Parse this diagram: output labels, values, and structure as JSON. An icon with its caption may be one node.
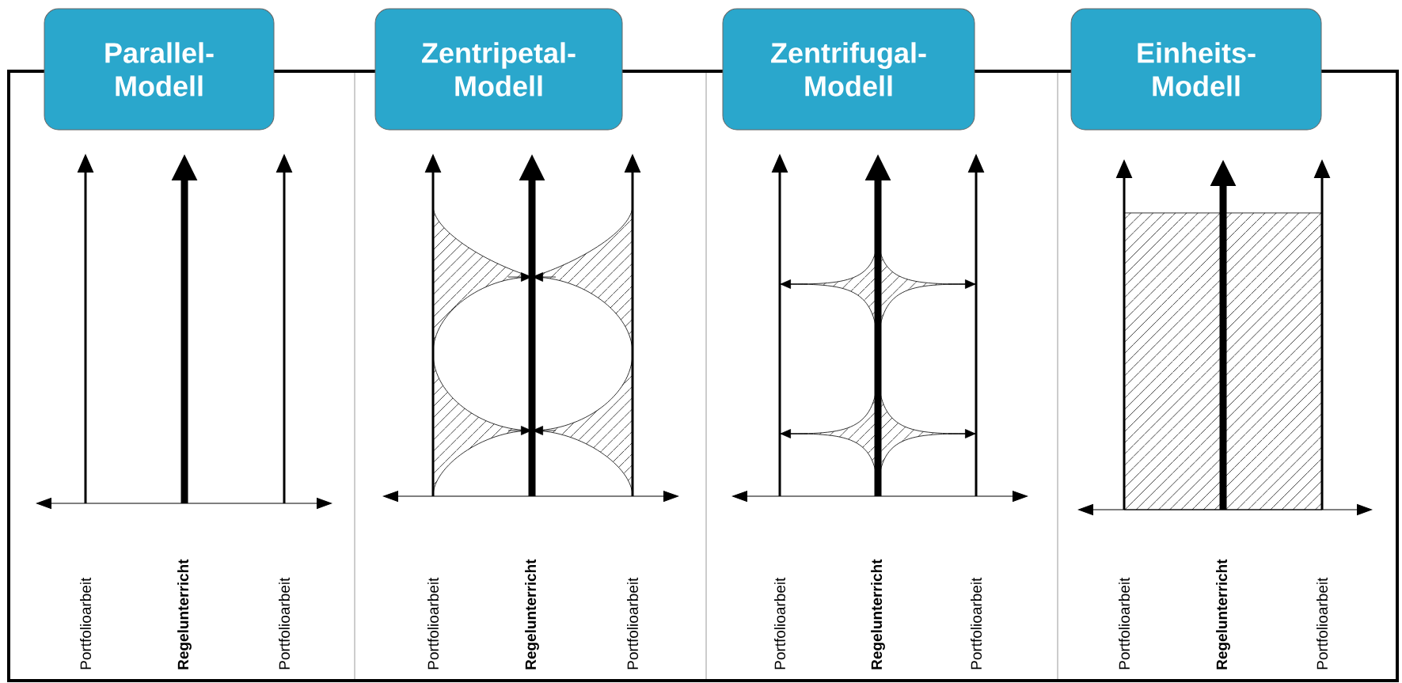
{
  "diagram": {
    "nodes": [
      {
        "text": [
          "Parallel- Modell"
        ]
      },
      {
        "text": [
          "Zentripetal- Modell"
        ]
      },
      {
        "text": [
          "Zentrifugal- Modell"
        ]
      },
      {
        "text": [
          "Einheits- Modell"
        ]
      }
    ],
    "labels": [
      "Portfolioarbeit",
      "Regelunterricht",
      "Portfolioarbeit",
      "Portfolioarbeit",
      "Regelunterricht",
      "Portfolioarbeit",
      "Portfolioarbeit",
      "Regelunterricht",
      "Portfolioarbeit",
      "Portfolioarbeit",
      "Regelunterricht",
      "Portfolioarbeit"
    ]
  }
}
